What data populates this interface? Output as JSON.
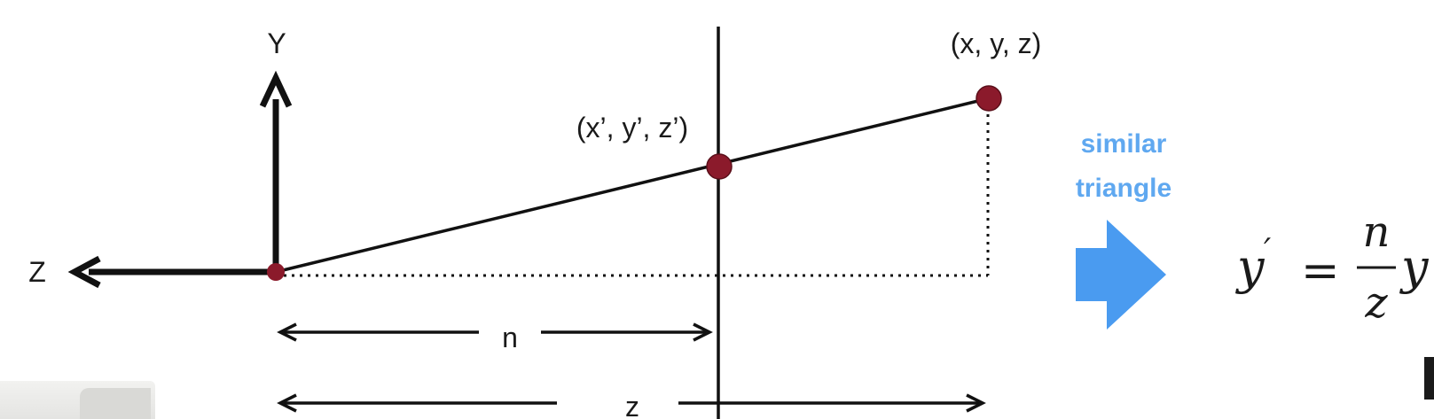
{
  "axes": {
    "y_label": "Y",
    "z_label": "Z"
  },
  "points": {
    "far_point": "(x, y, z)",
    "projected_point": "(x’, y’, z’)"
  },
  "dimensions": {
    "near_label": "n",
    "far_label": "z"
  },
  "annotation": {
    "line1": "similar",
    "line2": "triangle"
  },
  "formula": {
    "lhs": "y",
    "prime": "′",
    "equals": "=",
    "numerator": "n",
    "denominator": "z",
    "rhs": "y"
  },
  "colors": {
    "point_fill": "#8b1a2b",
    "annotation_blue": "#5fa8f0",
    "line": "#111111"
  },
  "icons": {
    "arrow": "right-arrow-icon"
  }
}
